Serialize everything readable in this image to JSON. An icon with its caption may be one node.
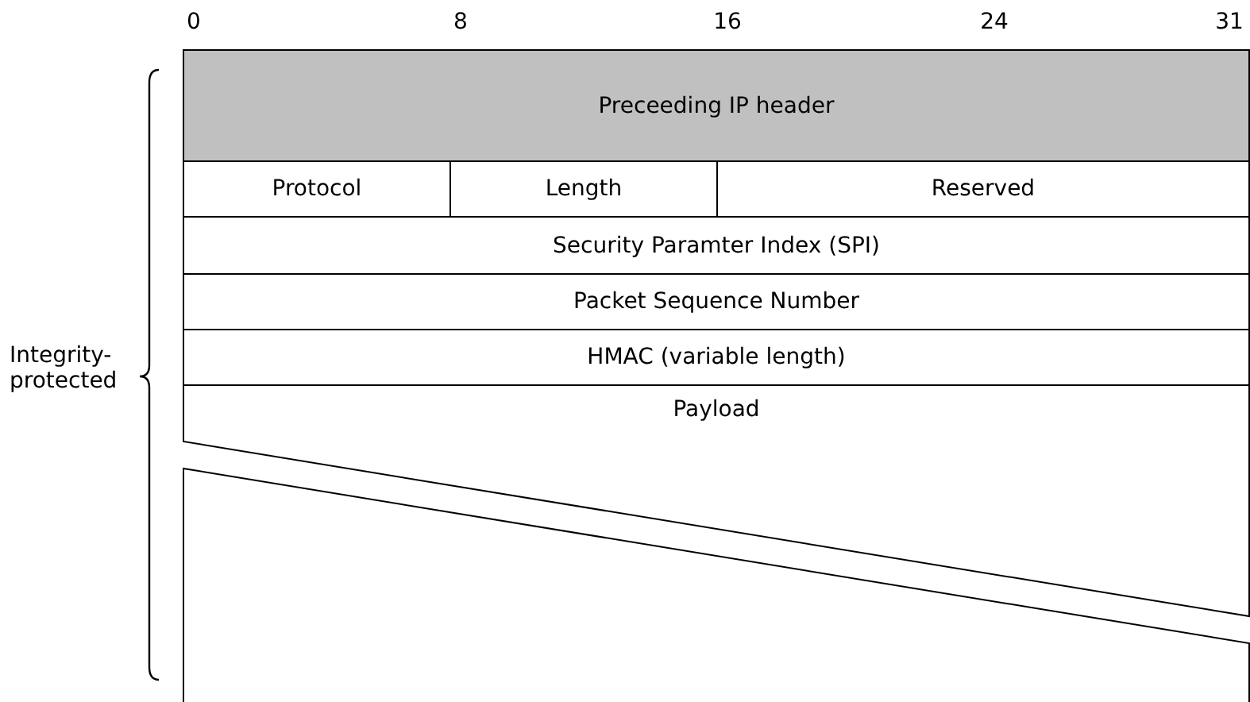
{
  "diagram": {
    "nodes": [
      {
        "text": [
          "Preceeding IP header"
        ]
      },
      {
        "text": [
          "Protocol"
        ]
      },
      {
        "text": [
          "Length"
        ]
      },
      {
        "text": [
          "Reserved"
        ]
      },
      {
        "text": [
          "Security Paramter Index (SPI)"
        ]
      },
      {
        "text": [
          "Packet Sequence Number"
        ]
      },
      {
        "text": [
          "HMAC (variable length)"
        ]
      },
      {
        "text": [
          "Payload"
        ]
      }
    ],
    "edges": [],
    "labels": [
      "0",
      "8",
      "16",
      "24",
      "31",
      "Integrity- protected"
    ]
  }
}
